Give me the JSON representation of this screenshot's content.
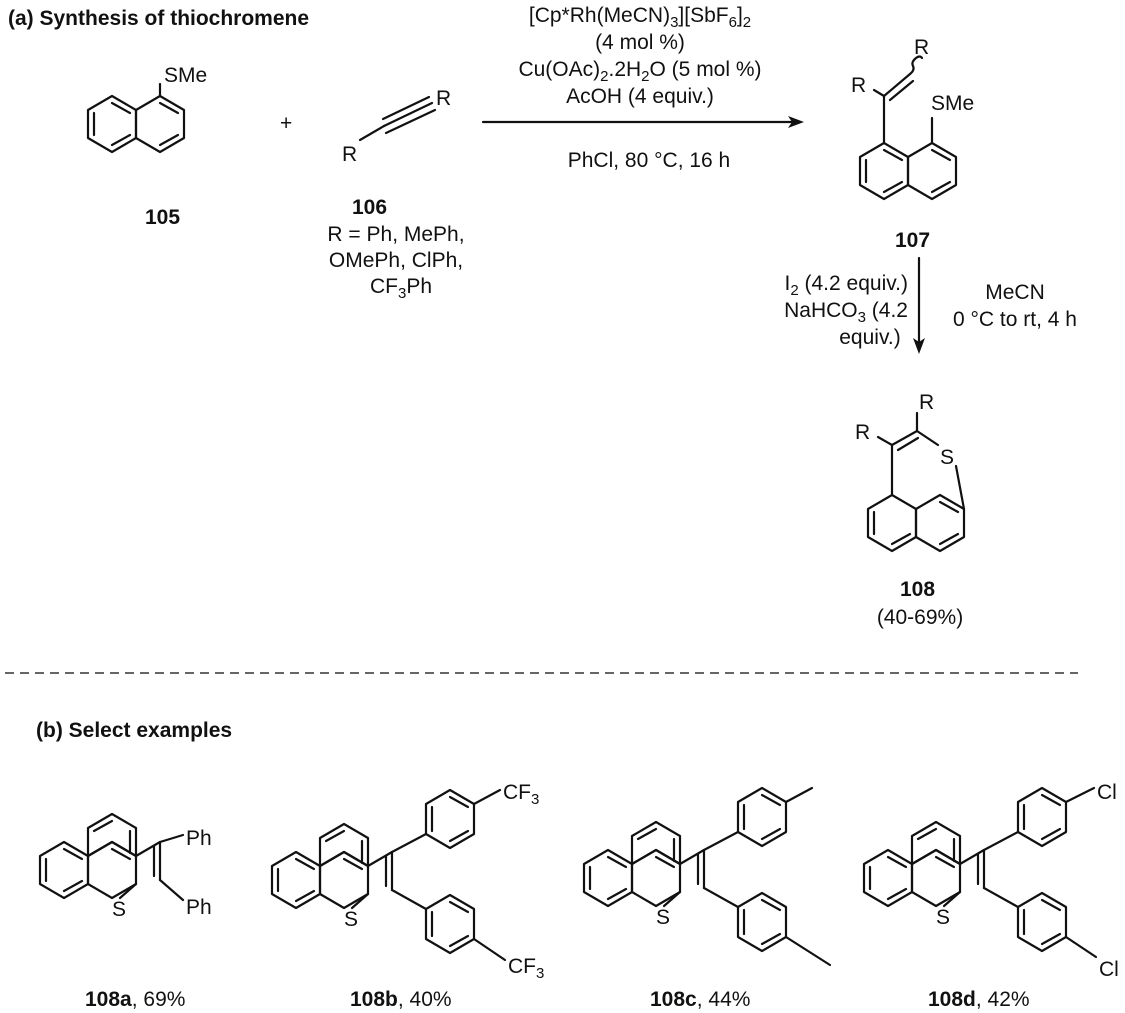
{
  "section_a": {
    "heading": "(a) Synthesis of thiochromene"
  },
  "reagents": {
    "line1": "[Cp*Rh(MeCN)3][SbF6]2",
    "line2": "(4 mol %)",
    "line3": "Cu(OAc)2.2H2O (5 mol %)",
    "line4": "AcOH (4 equiv.)",
    "below": "PhCl, 80 °C, 16 h"
  },
  "compound_105": {
    "number": "105",
    "sme": "SMe"
  },
  "plus": "+",
  "compound_106": {
    "number": "106",
    "r": "R",
    "r_def_1": "R = Ph, MePh,",
    "r_def_2": "OMePh, ClPh,",
    "r_def_3": "CF3Ph"
  },
  "compound_107": {
    "number": "107",
    "r": "R",
    "sme": "SMe"
  },
  "step2": {
    "left1": "I2 (4.2 equiv.)",
    "left2": "NaHCO3 (4.2",
    "left3": "equiv.)",
    "right1": "MeCN",
    "right2": "0 °C to rt, 4 h"
  },
  "compound_108": {
    "number": "108",
    "yield": "(40-69%)",
    "r": "R",
    "s": "S"
  },
  "section_b": {
    "heading": "(b) Select examples"
  },
  "examples": [
    {
      "id": "108a",
      "yield": ", 69%",
      "sub_top": "Ph",
      "sub_bottom": "Ph"
    },
    {
      "id": "108b",
      "yield": ", 40%",
      "sub_top": "CF3",
      "sub_bottom": "CF3"
    },
    {
      "id": "108c",
      "yield": ", 44%"
    },
    {
      "id": "108d",
      "yield": ", 42%",
      "sub_top": "Cl",
      "sub_bottom": "Cl"
    }
  ],
  "atom_s": "S"
}
